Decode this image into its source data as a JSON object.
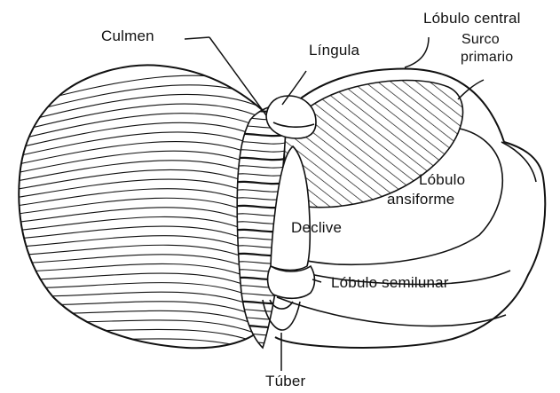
{
  "labels": {
    "culmen": "Culmen",
    "lingula": "Língula",
    "lobulo_central": "Lóbulo central",
    "surco_line1": "Surco",
    "surco_line2": "primario",
    "lobulo_ansiforme_line1": "Lóbulo",
    "lobulo_ansiforme_line2": "ansiforme",
    "declive": "Declive",
    "lobulo_semilunar": "Lóbulo semilunar",
    "tuber": "Túber"
  },
  "colors": {
    "ink": "#111111",
    "background": "#ffffff"
  }
}
